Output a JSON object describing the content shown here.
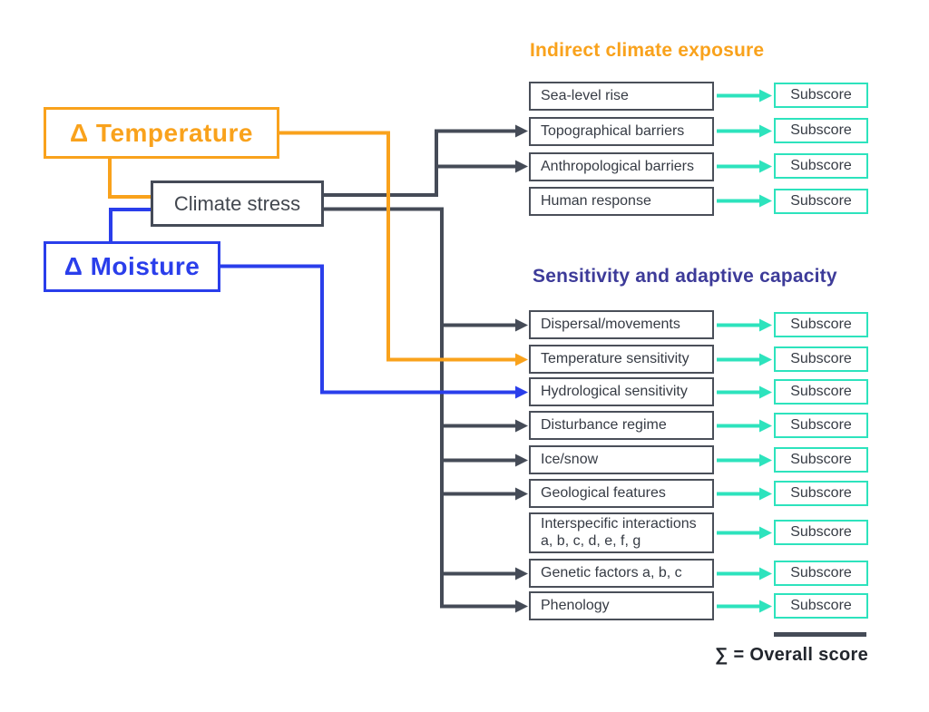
{
  "left": {
    "temperature_label": "Δ Temperature",
    "climate_stress_label": "Climate stress",
    "moisture_label": "Δ Moisture"
  },
  "exposure": {
    "heading": "Indirect climate exposure",
    "items": [
      {
        "label": "Sea-level rise"
      },
      {
        "label": "Topographical barriers"
      },
      {
        "label": "Anthropological barriers"
      },
      {
        "label": "Human response"
      }
    ]
  },
  "sensitivity": {
    "heading": "Sensitivity and adaptive capacity",
    "items": [
      {
        "label": "Dispersal/movements"
      },
      {
        "label": "Temperature sensitivity"
      },
      {
        "label": "Hydrological sensitivity"
      },
      {
        "label": "Disturbance regime"
      },
      {
        "label": "Ice/snow"
      },
      {
        "label": "Geological features"
      },
      {
        "label": "Interspecific interactions\na, b, c, d, e, f, g"
      },
      {
        "label": "Genetic factors a, b, c"
      },
      {
        "label": "Phenology"
      }
    ]
  },
  "subscore_label": "Subscore",
  "overall_label": "∑ = Overall score",
  "colors": {
    "orange": "#F9A21C",
    "blue": "#2A3EEB",
    "dark_gray": "#454B57",
    "teal": "#2DE3BD",
    "indigo_heading": "#3D3B99",
    "box_border": "#4A4F59",
    "box_text": "#363B44"
  }
}
